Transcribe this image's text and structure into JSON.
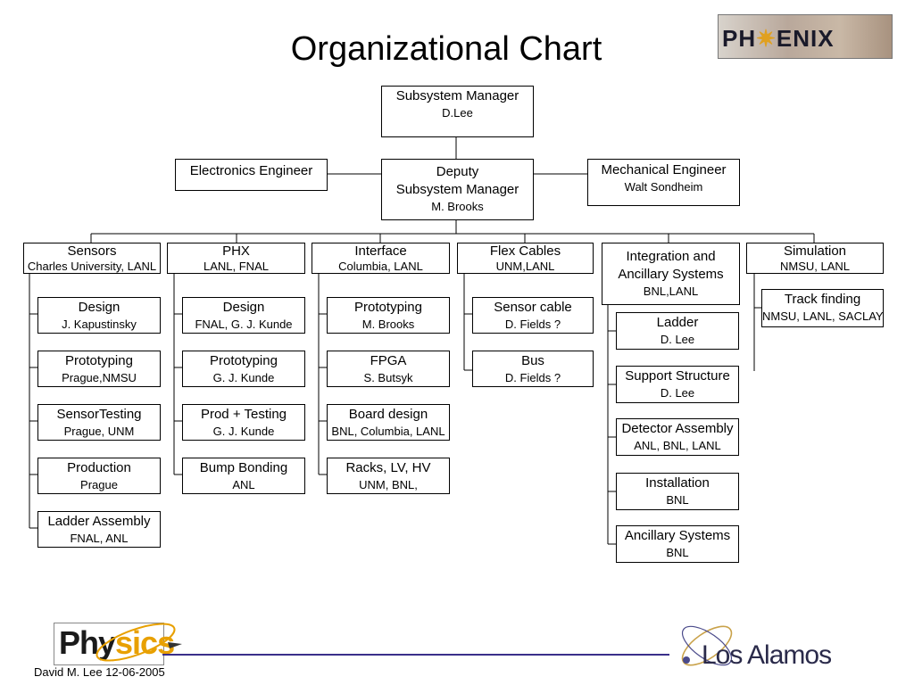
{
  "title": "Organizational Chart",
  "top": {
    "manager": {
      "title": "Subsystem Manager",
      "sub": "D.Lee"
    },
    "deputy": {
      "title1": "Deputy",
      "title2": "Subsystem Manager",
      "sub": "M. Brooks"
    },
    "electronics": {
      "title": "Electronics Engineer"
    },
    "mechanical": {
      "title": "Mechanical Engineer",
      "sub": "Walt Sondheim"
    }
  },
  "columns": {
    "sensors": {
      "title": "Sensors",
      "sub": "Charles University, LANL",
      "items": [
        {
          "title": "Design",
          "sub": "J. Kapustinsky"
        },
        {
          "title": "Prototyping",
          "sub": "Prague,NMSU"
        },
        {
          "title": "SensorTesting",
          "sub": "Prague, UNM"
        },
        {
          "title": "Production",
          "sub": "Prague"
        },
        {
          "title": "Ladder Assembly",
          "sub": "FNAL, ANL"
        }
      ]
    },
    "phx": {
      "title": "PHX",
      "sub": "LANL, FNAL",
      "items": [
        {
          "title": "Design",
          "sub": "FNAL, G. J. Kunde"
        },
        {
          "title": "Prototyping",
          "sub": "G. J. Kunde"
        },
        {
          "title": "Prod + Testing",
          "sub": "G. J. Kunde"
        },
        {
          "title": "Bump Bonding",
          "sub": "ANL"
        }
      ]
    },
    "interface": {
      "title": "Interface",
      "sub": "Columbia, LANL",
      "items": [
        {
          "title": "Prototyping",
          "sub": "M. Brooks"
        },
        {
          "title": "FPGA",
          "sub": "S. Butsyk"
        },
        {
          "title": "Board design",
          "sub": "BNL, Columbia, LANL"
        },
        {
          "title": "Racks, LV, HV",
          "sub": "UNM, BNL,"
        }
      ]
    },
    "flex": {
      "title": "Flex Cables",
      "sub": "UNM,LANL",
      "items": [
        {
          "title": "Sensor cable",
          "sub": "D. Fields ?"
        },
        {
          "title": "Bus",
          "sub": "D. Fields ?"
        }
      ]
    },
    "integration": {
      "title1": "Integration and",
      "title2": "Ancillary Systems",
      "sub": "BNL,LANL",
      "items": [
        {
          "title": "Ladder",
          "sub": "D. Lee"
        },
        {
          "title": "Support Structure",
          "sub": "D. Lee"
        },
        {
          "title": "Detector Assembly",
          "sub": "ANL, BNL, LANL"
        },
        {
          "title": "Installation",
          "sub": "BNL"
        },
        {
          "title": "Ancillary Systems",
          "sub": "BNL"
        }
      ]
    },
    "simulation": {
      "title": "Simulation",
      "sub": "NMSU, LANL",
      "items": [
        {
          "title": "Track finding",
          "sub": "NMSU, LANL, SACLAY"
        }
      ]
    }
  },
  "logos": {
    "phenix": "PH",
    "phenix_star": "✷",
    "phenix_rest": "ENIX",
    "physics_a": "Phy",
    "physics_b": "sics",
    "lanl": "Los Alamos"
  },
  "footer": {
    "author": "David M. Lee 12-06-2005"
  }
}
